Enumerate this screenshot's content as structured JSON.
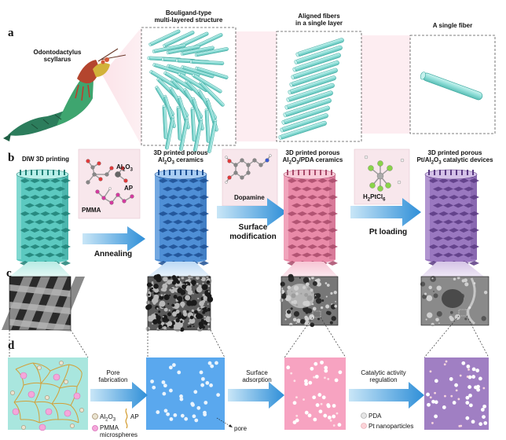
{
  "panels": {
    "a": "a",
    "b": "b",
    "c": "c",
    "d": "d"
  },
  "row_a": {
    "organism": [
      "Odontodactylus",
      "scyllarus"
    ],
    "bouligand": [
      "Bouligand-type",
      "multi-layered structure"
    ],
    "aligned": [
      "Aligned fibers",
      "in a single layer"
    ],
    "single": "A single fiber"
  },
  "row_b": {
    "titles": [
      {
        "lines": [
          "DIW 3D printing"
        ]
      },
      {
        "lines": [
          "3D printed porous",
          "Al2O3 ceramics"
        ]
      },
      {
        "lines": [
          "3D printed porous",
          "Al2O3/PDA ceramics"
        ]
      },
      {
        "lines": [
          "3D printed porous",
          "Pt/Al2O3 catalytic devices"
        ]
      }
    ],
    "chem1": {
      "al2o3": "Al2O3",
      "ap": "AP",
      "pmma": "PMMA"
    },
    "chem2": "Dopamine",
    "chem3": "H2PtCl6",
    "steps": [
      "Annealing",
      "Surface\nmodification",
      "Pt loading"
    ]
  },
  "row_d": {
    "pore_fab": [
      "Pore",
      "fabrication"
    ],
    "surface_ads": [
      "Surface",
      "adsorption"
    ],
    "cat_reg": [
      "Catalytic activity",
      "regulation"
    ],
    "legend_al2o3": "Al2O3",
    "legend_ap": "AP",
    "legend_pmma": [
      "PMMA",
      "microspheres"
    ],
    "pore": "pore",
    "legend_pda": "PDA",
    "legend_pt": "Pt nanoparticles"
  },
  "colors": {
    "teal": "#5cc9c0",
    "blue": "#4f8fd6",
    "pink": "#e98aa8",
    "purple": "#9a78c0",
    "arrow": "#3f9de0",
    "fiber": "#8fded8",
    "square_teal": "#a9e6de",
    "square_blue": "#5aa8ee",
    "square_pink": "#f7a3c1",
    "square_purple": "#a07fc3"
  }
}
